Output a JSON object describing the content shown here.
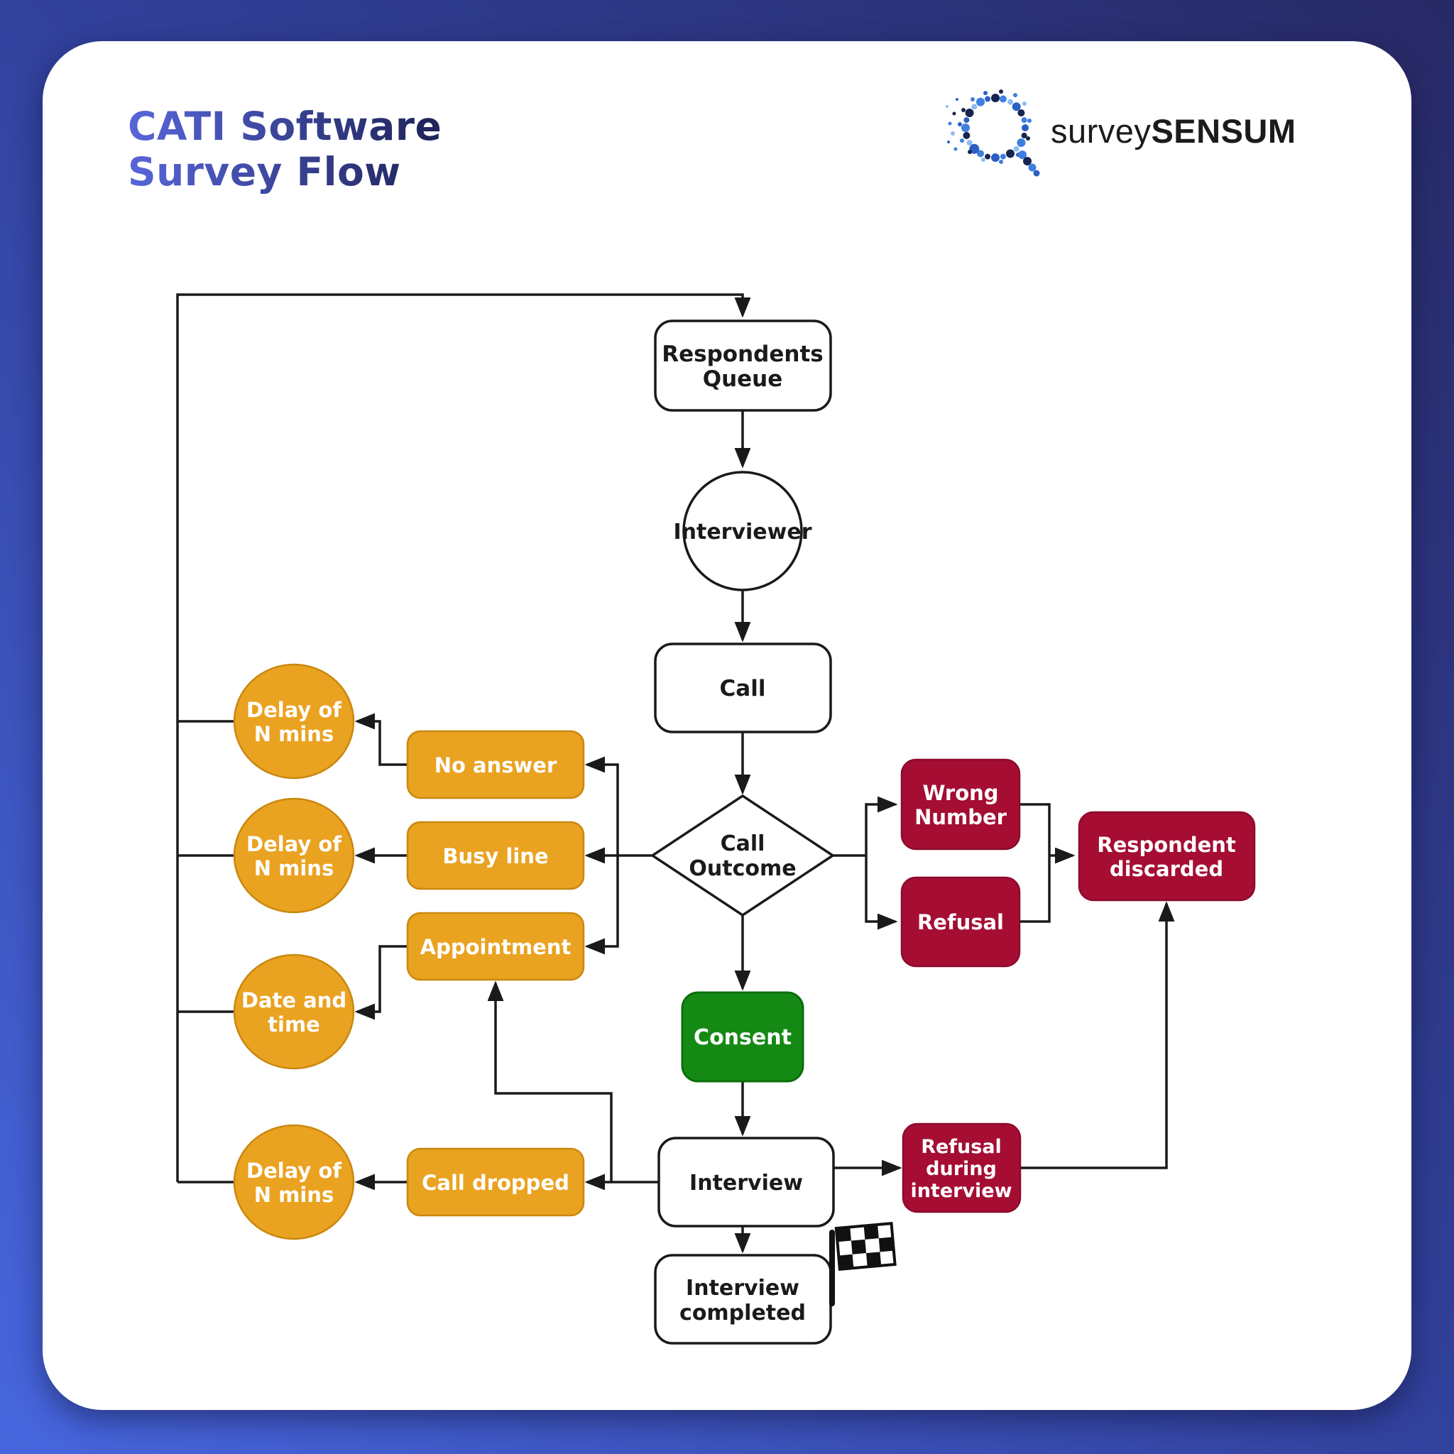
{
  "page": {
    "title_line1": "CATI Software",
    "title_line2": "Survey Flow"
  },
  "logo": {
    "brand_light": "survey",
    "brand_bold": "SENSUM",
    "icon": "dotted-magnifier"
  },
  "colors": {
    "background_gradient": [
      "#4766DE",
      "#282A66"
    ],
    "card": "#FFFFFF",
    "line": "#1A1A1A",
    "process_fill": "#FFFFFF",
    "orange": "#EAA221",
    "red": "#A50D33",
    "green": "#148A14",
    "title_gradient": [
      "#5866DB",
      "#20265C"
    ],
    "logo_blue": "#3E7FE0"
  },
  "nodes": {
    "respondents_queue": {
      "lines": [
        "Respondents",
        "Queue"
      ],
      "shape": "process"
    },
    "interviewer": {
      "lines": [
        "Interviewer"
      ],
      "shape": "circle"
    },
    "call": {
      "lines": [
        "Call"
      ],
      "shape": "process"
    },
    "call_outcome": {
      "lines": [
        "Call",
        "Outcome"
      ],
      "shape": "decision"
    },
    "no_answer": {
      "lines": [
        "No answer"
      ],
      "shape": "orange"
    },
    "busy_line": {
      "lines": [
        "Busy line"
      ],
      "shape": "orange"
    },
    "appointment": {
      "lines": [
        "Appointment"
      ],
      "shape": "orange"
    },
    "call_dropped": {
      "lines": [
        "Call dropped"
      ],
      "shape": "orange"
    },
    "delay_1": {
      "lines": [
        "Delay of",
        "N mins"
      ],
      "shape": "orange-ellipse"
    },
    "delay_2": {
      "lines": [
        "Delay of",
        "N mins"
      ],
      "shape": "orange-ellipse"
    },
    "date_time": {
      "lines": [
        "Date and",
        "time"
      ],
      "shape": "orange-ellipse"
    },
    "delay_3": {
      "lines": [
        "Delay of",
        "N mins"
      ],
      "shape": "orange-ellipse"
    },
    "wrong_number": {
      "lines": [
        "Wrong",
        "Number"
      ],
      "shape": "red"
    },
    "refusal": {
      "lines": [
        "Refusal"
      ],
      "shape": "red"
    },
    "respondent_discarded": {
      "lines": [
        "Respondent",
        "discarded"
      ],
      "shape": "red"
    },
    "consent": {
      "lines": [
        "Consent"
      ],
      "shape": "green"
    },
    "interview": {
      "lines": [
        "Interview"
      ],
      "shape": "process"
    },
    "refusal_during_interview": {
      "lines": [
        "Refusal",
        "during",
        "interview"
      ],
      "shape": "red"
    },
    "interview_completed": {
      "lines": [
        "Interview",
        "completed"
      ],
      "shape": "process",
      "icon": "checkered-flag"
    }
  },
  "edges": [
    {
      "from": "delay_1",
      "to": "respondents_queue"
    },
    {
      "from": "delay_2",
      "to": "respondents_queue"
    },
    {
      "from": "date_time",
      "to": "respondents_queue"
    },
    {
      "from": "delay_3",
      "to": "respondents_queue"
    },
    {
      "from": "respondents_queue",
      "to": "interviewer"
    },
    {
      "from": "interviewer",
      "to": "call"
    },
    {
      "from": "call",
      "to": "call_outcome"
    },
    {
      "from": "call_outcome",
      "to": "no_answer"
    },
    {
      "from": "call_outcome",
      "to": "busy_line"
    },
    {
      "from": "call_outcome",
      "to": "appointment"
    },
    {
      "from": "call_outcome",
      "to": "wrong_number"
    },
    {
      "from": "call_outcome",
      "to": "refusal"
    },
    {
      "from": "call_outcome",
      "to": "consent"
    },
    {
      "from": "no_answer",
      "to": "delay_1"
    },
    {
      "from": "busy_line",
      "to": "delay_2"
    },
    {
      "from": "appointment",
      "to": "date_time"
    },
    {
      "from": "wrong_number",
      "to": "respondent_discarded"
    },
    {
      "from": "refusal",
      "to": "respondent_discarded"
    },
    {
      "from": "consent",
      "to": "interview"
    },
    {
      "from": "interview",
      "to": "call_dropped"
    },
    {
      "from": "interview",
      "to": "appointment"
    },
    {
      "from": "interview",
      "to": "refusal_during_interview"
    },
    {
      "from": "call_dropped",
      "to": "delay_3"
    },
    {
      "from": "refusal_during_interview",
      "to": "respondent_discarded"
    },
    {
      "from": "interview",
      "to": "interview_completed"
    }
  ]
}
